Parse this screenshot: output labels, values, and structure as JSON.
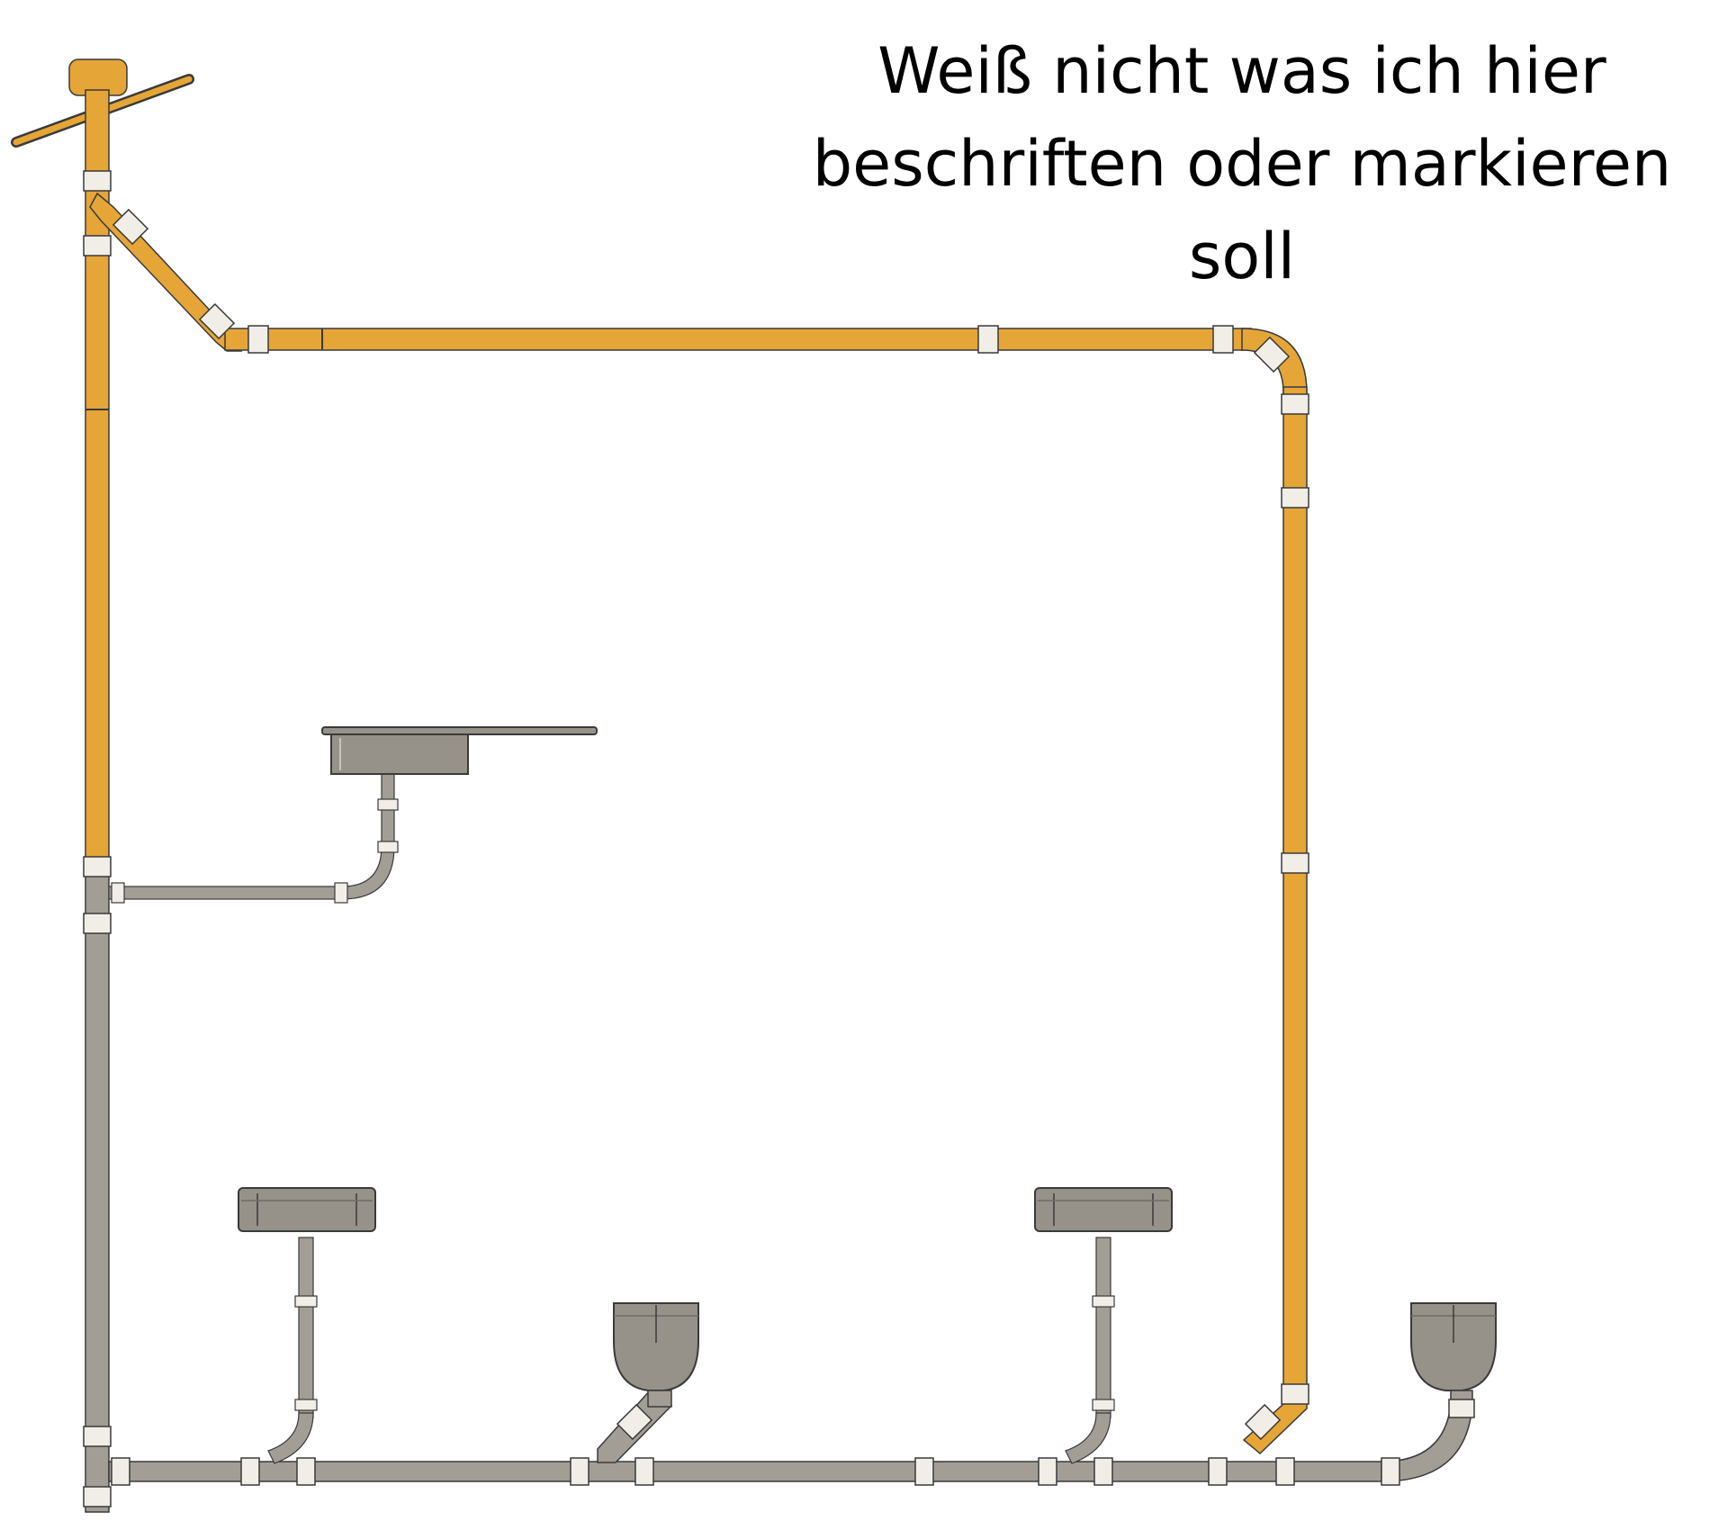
{
  "caption": {
    "lines": [
      "Weiß nicht was ich hier",
      "beschriften oder markieren",
      "soll"
    ]
  },
  "colors": {
    "vent_pipe": "#E5A537",
    "drain_pipe": "#A29E96",
    "fixture": "#96928A",
    "coupling": "#F1EEE8",
    "outline": "#3A3A3A"
  },
  "fixtures": [
    {
      "kind": "sink-basin-icon"
    },
    {
      "kind": "washbasin-icon"
    },
    {
      "kind": "toilet-bowl-icon"
    },
    {
      "kind": "washbasin-icon"
    },
    {
      "kind": "toilet-bowl-icon"
    }
  ]
}
